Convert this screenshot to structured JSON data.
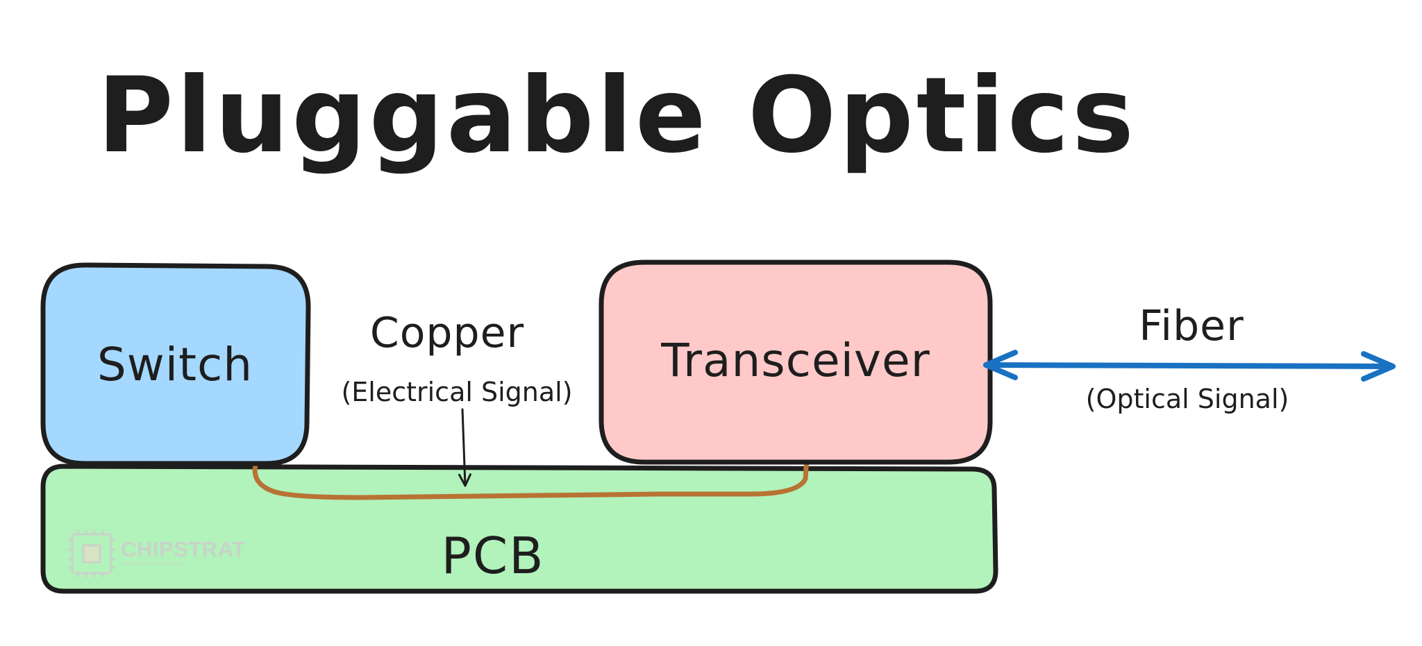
{
  "title": "Pluggable Optics",
  "colors": {
    "stroke": "#1e1e1e",
    "switch_fill": "#a5d8ff",
    "transceiver_fill": "#ffc9c9",
    "pcb_fill": "#b2f2bb",
    "copper_trace": "#b87333",
    "fiber": "#1971c2",
    "logo": "#c9d3c9"
  },
  "nodes": {
    "switch": {
      "label": "Switch"
    },
    "transceiver": {
      "label": "Transceiver"
    },
    "pcb": {
      "label": "PCB"
    }
  },
  "connections": {
    "copper": {
      "label": "Copper",
      "sublabel": "(Electrical Signal)"
    },
    "fiber": {
      "label": "Fiber",
      "sublabel": "(Optical Signal)"
    }
  },
  "logo": {
    "name": "CHIPSTRAT",
    "tagline": "BY CREATIVE STRATEGIES"
  }
}
